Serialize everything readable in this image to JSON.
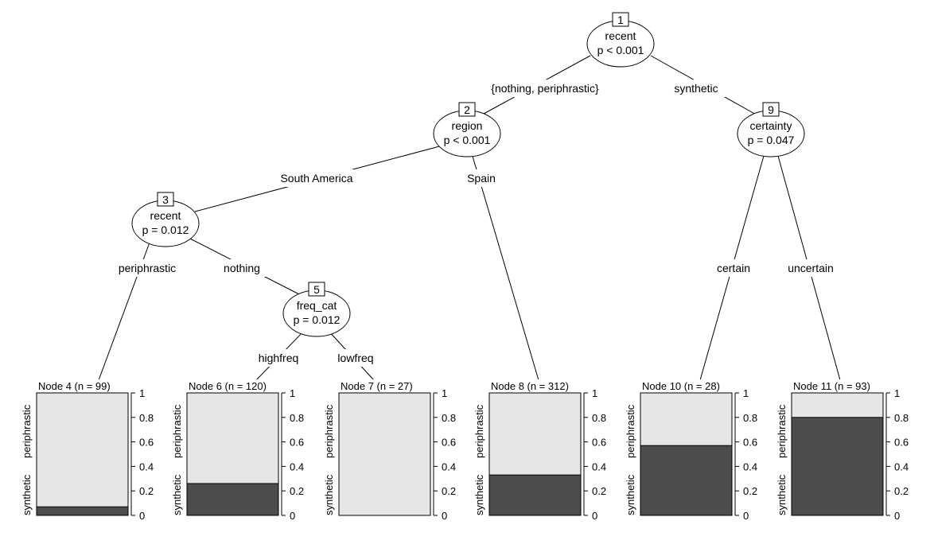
{
  "tree": {
    "inner_nodes": [
      {
        "id": "1",
        "label": "recent",
        "stat": "p < 0.001"
      },
      {
        "id": "2",
        "label": "region",
        "stat": "p < 0.001"
      },
      {
        "id": "3",
        "label": "recent",
        "stat": "p = 0.012"
      },
      {
        "id": "5",
        "label": "freq_cat",
        "stat": "p = 0.012"
      },
      {
        "id": "9",
        "label": "certainty",
        "stat": "p = 0.047"
      }
    ],
    "edges": [
      {
        "label": "{nothing, periphrastic}"
      },
      {
        "label": "synthetic"
      },
      {
        "label": "South America"
      },
      {
        "label": "Spain"
      },
      {
        "label": "periphrastic"
      },
      {
        "label": "nothing"
      },
      {
        "label": "highfreq"
      },
      {
        "label": "lowfreq"
      },
      {
        "label": "certain"
      },
      {
        "label": "uncertain"
      }
    ],
    "y_axis_ticks": [
      "0",
      "0.2",
      "0.4",
      "0.6",
      "0.8",
      "1"
    ],
    "category_labels": {
      "bottom": "synthetic",
      "top": "periphrastic"
    },
    "colors": {
      "synthetic": "#4d4d4d",
      "periphrastic": "#e6e6e6"
    }
  },
  "chart_data": [
    {
      "type": "bar",
      "title": "Node 4 (n = 99)",
      "categories": [
        "synthetic",
        "periphrastic"
      ],
      "values": [
        0.07,
        0.93
      ],
      "ylim": [
        0,
        1
      ]
    },
    {
      "type": "bar",
      "title": "Node 6 (n = 120)",
      "categories": [
        "synthetic",
        "periphrastic"
      ],
      "values": [
        0.26,
        0.74
      ],
      "ylim": [
        0,
        1
      ]
    },
    {
      "type": "bar",
      "title": "Node 7 (n = 27)",
      "categories": [
        "synthetic",
        "periphrastic"
      ],
      "values": [
        0.0,
        1.0
      ],
      "ylim": [
        0,
        1
      ]
    },
    {
      "type": "bar",
      "title": "Node 8 (n = 312)",
      "categories": [
        "synthetic",
        "periphrastic"
      ],
      "values": [
        0.33,
        0.67
      ],
      "ylim": [
        0,
        1
      ]
    },
    {
      "type": "bar",
      "title": "Node 10 (n = 28)",
      "categories": [
        "synthetic",
        "periphrastic"
      ],
      "values": [
        0.57,
        0.43
      ],
      "ylim": [
        0,
        1
      ]
    },
    {
      "type": "bar",
      "title": "Node 11 (n = 93)",
      "categories": [
        "synthetic",
        "periphrastic"
      ],
      "values": [
        0.8,
        0.2
      ],
      "ylim": [
        0,
        1
      ]
    }
  ]
}
